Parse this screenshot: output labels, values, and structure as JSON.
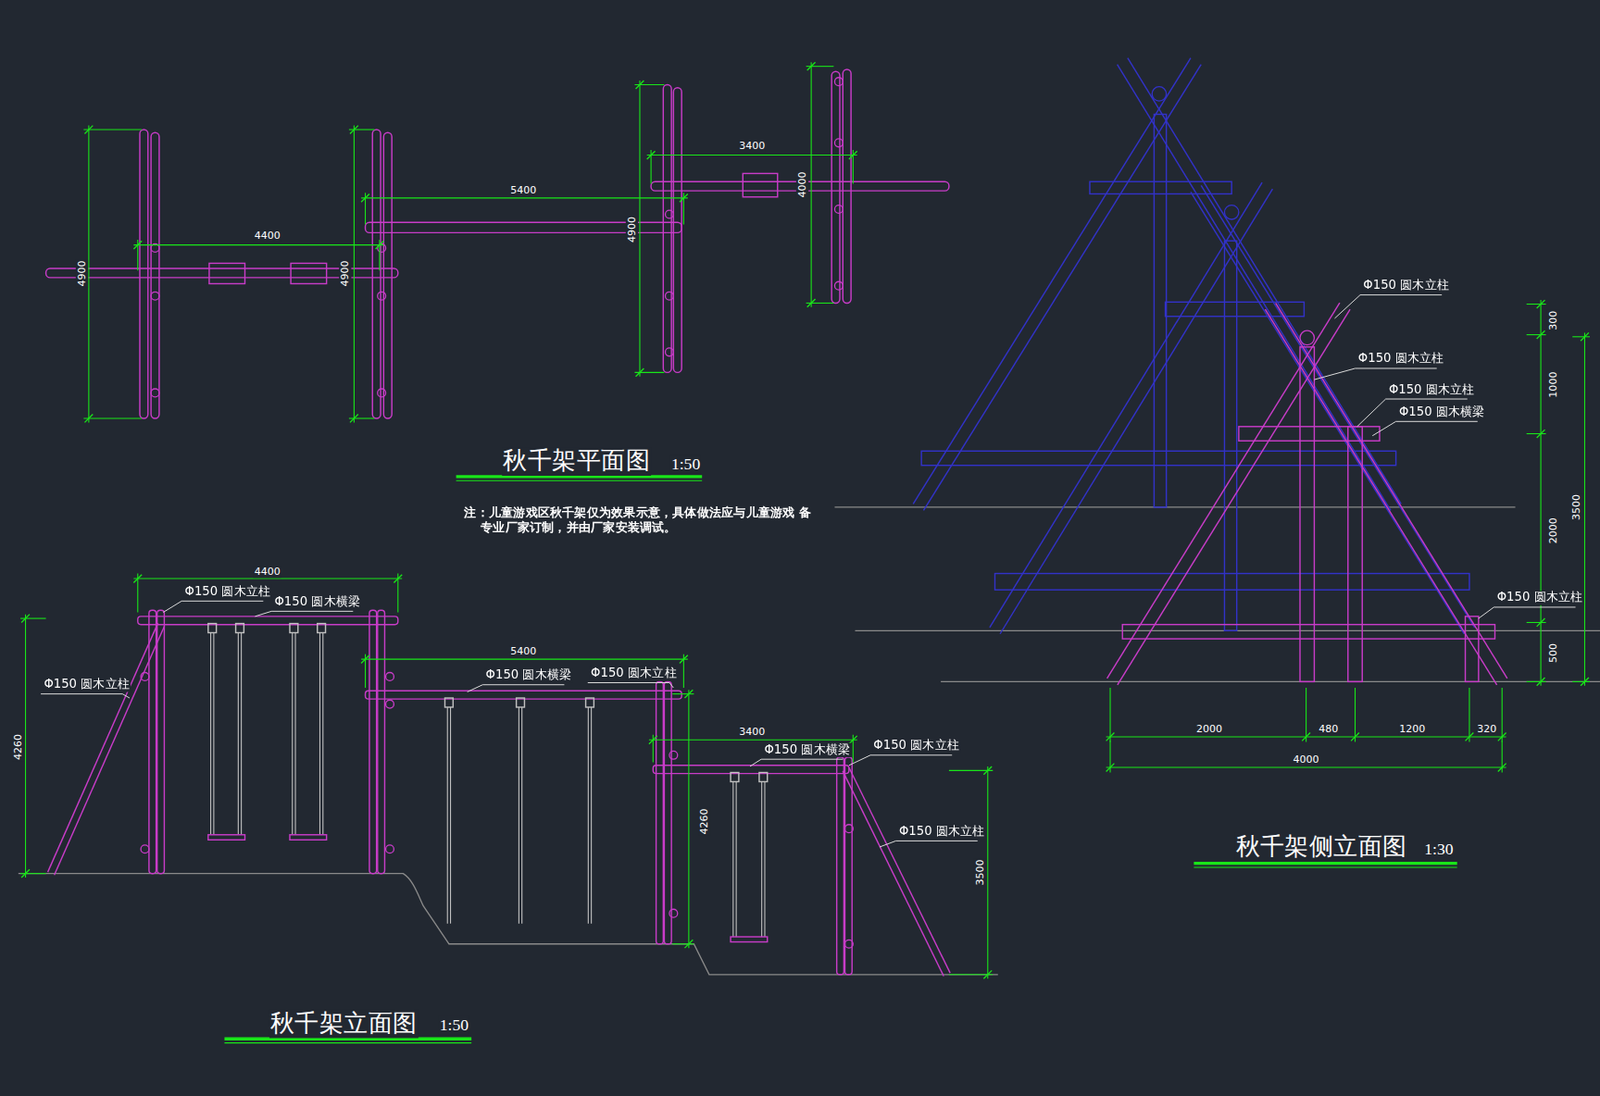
{
  "diagram": {
    "labels": [
      "4400",
      "4900",
      "4900",
      "5400",
      "4900",
      "3400",
      "4000",
      "秋千架平面图",
      "1:50",
      "注：儿童游戏区秋千架仅为效果示意，具体做法应与儿童游戏 备专业厂家订制，并由厂家安装调试。",
      "4400",
      "Φ150 圆木立柱",
      "Φ150 圆木横梁",
      "Φ150 圆木立柱",
      "4260",
      "5400",
      "Φ150 圆木横梁",
      "Φ150 圆木立柱",
      "3400",
      "Φ150 圆木横梁",
      "Φ150 圆木立柱",
      "4260",
      "Φ150 圆木立柱",
      "3500",
      "秋千架立面图",
      "1:50",
      "Φ150 圆木立柱",
      "Φ150 圆木立柱",
      "Φ150 圆木立柱",
      "Φ150 圆木横梁",
      "300",
      "1000",
      "2000",
      "500",
      "3500",
      "Φ150 圆木立柱",
      "2000",
      "480",
      "1200",
      "320",
      "4000",
      "秋千架侧立面图",
      "1:30"
    ]
  }
}
